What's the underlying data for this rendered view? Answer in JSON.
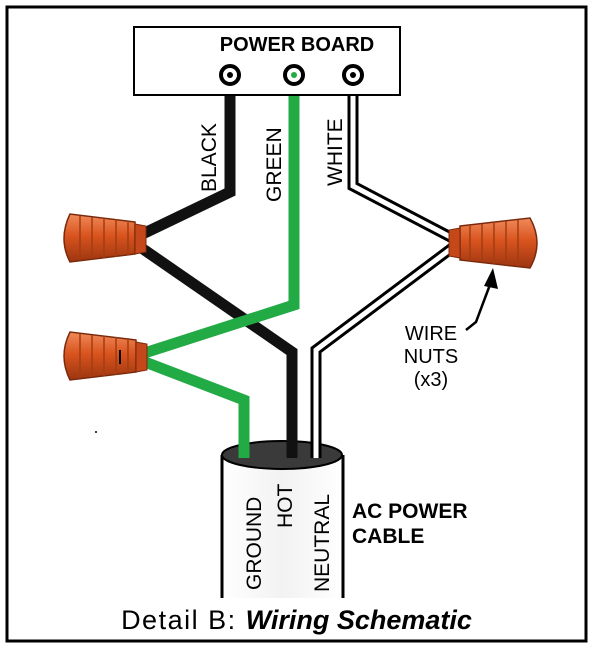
{
  "power_board": {
    "label": "POWER BOARD"
  },
  "wires": {
    "black": "BLACK",
    "green": "GREEN",
    "white": "WHITE"
  },
  "cable": {
    "ground": "GROUND",
    "hot": "HOT",
    "neutral": "NEUTRAL",
    "label_line1": "AC POWER",
    "label_line2": "CABLE"
  },
  "wire_nuts": {
    "line1": "WIRE",
    "line2": "NUTS",
    "line3": "(x3)"
  },
  "caption": {
    "prefix": "Detail B: ",
    "title": "Wiring Schematic"
  },
  "colors": {
    "black_wire": "#111111",
    "green_wire": "#22aa44",
    "white_wire": "#ffffff",
    "wire_nut": "#d9541e",
    "frame": "#000000"
  }
}
